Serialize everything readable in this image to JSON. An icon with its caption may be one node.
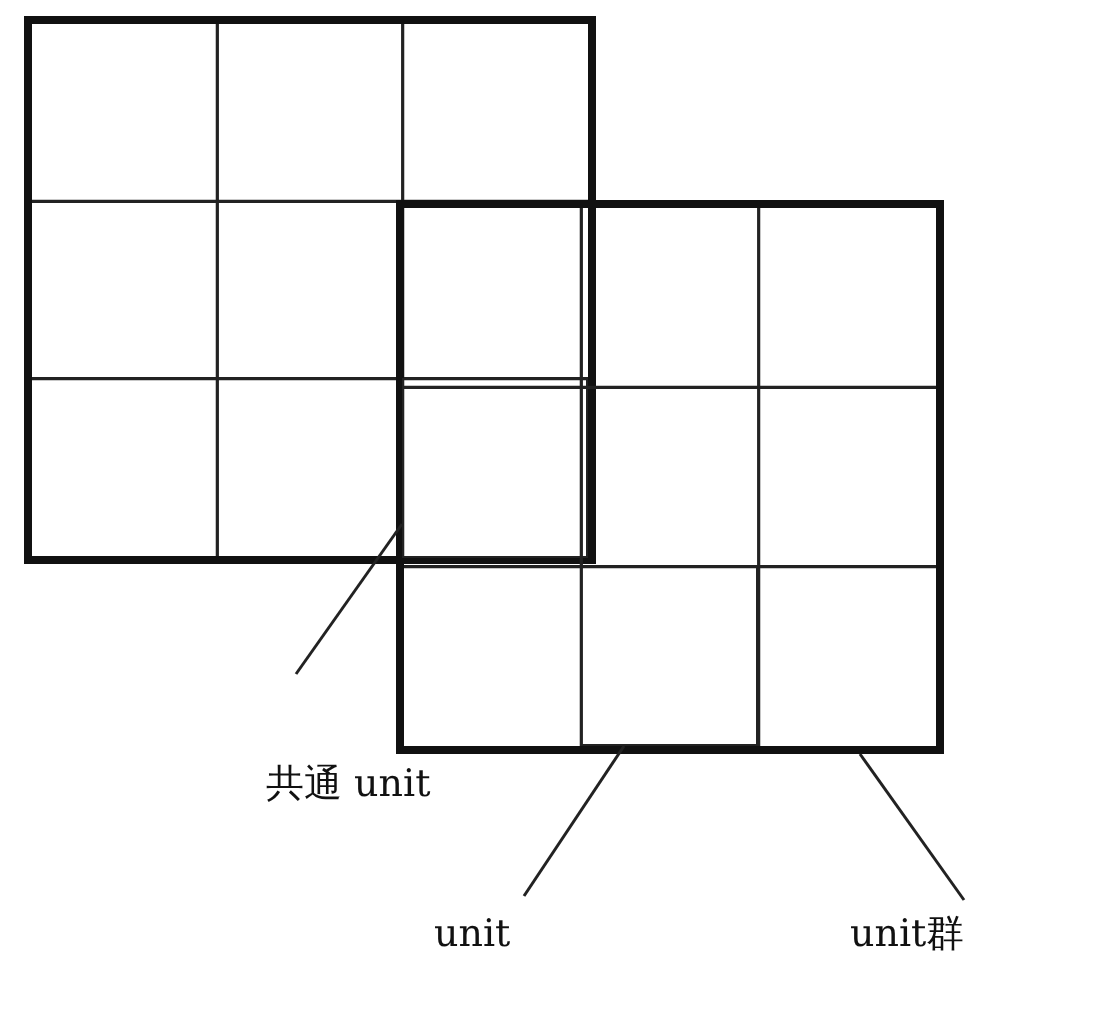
{
  "diagram": {
    "nodes": [
      {
        "text": [],
        "shape": "box"
      },
      {
        "text": [],
        "shape": "box"
      },
      {
        "text": [],
        "shape": "box"
      },
      {
        "text": [],
        "shape": "box",
        "in": 1
      },
      {
        "text": [
          "共通 unit"
        ]
      },
      {
        "text": [
          "unit"
        ]
      },
      {
        "text": [
          "unit群"
        ]
      }
    ],
    "edges": [
      {
        "from": 4,
        "to": 2,
        "arrow": "none"
      },
      {
        "from": 5,
        "to": 3,
        "arrow": "none"
      },
      {
        "from": 6,
        "to": 1,
        "arrow": "none"
      }
    ]
  }
}
